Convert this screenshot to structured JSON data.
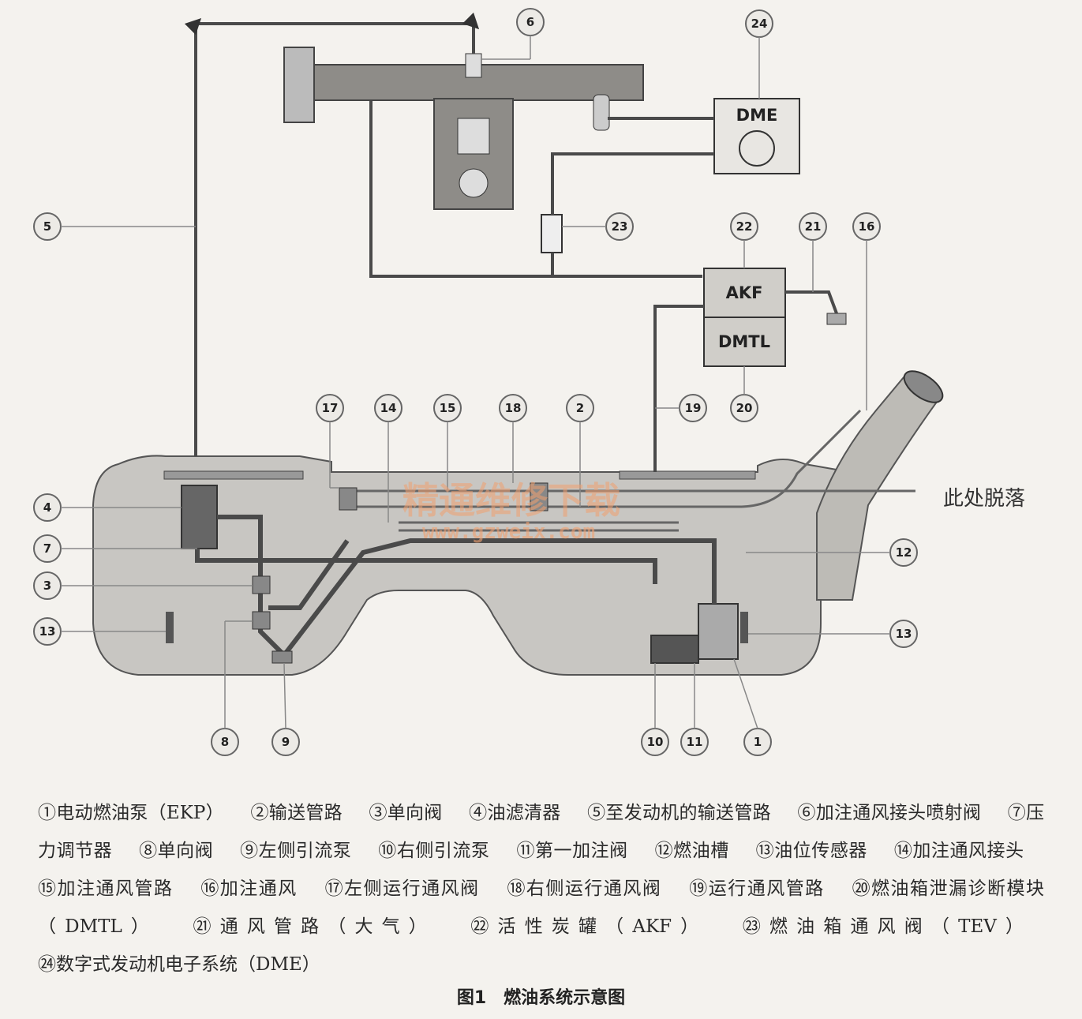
{
  "callouts": {
    "c1": "1",
    "c2": "2",
    "c3": "3",
    "c4": "4",
    "c5": "5",
    "c6": "6",
    "c7": "7",
    "c8": "8",
    "c9": "9",
    "c10": "10",
    "c11": "11",
    "c12": "12",
    "c13a": "13",
    "c13b": "13",
    "c14": "14",
    "c15": "15",
    "c16": "16",
    "c17": "17",
    "c18": "18",
    "c19": "19",
    "c20": "20",
    "c21": "21",
    "c22": "22",
    "c23": "23",
    "c24": "24"
  },
  "boxes": {
    "dme": "DME",
    "akf": "AKF",
    "dmtl": "DMTL"
  },
  "annotation": "此处脱落",
  "watermark": {
    "cn": "精通维修下载",
    "url": "www.gzweix.com"
  },
  "legend": [
    "①电动燃油泵（EKP）",
    "②输送管路",
    "③单向阀",
    "④油滤清器",
    "⑤至发动机的输送管路",
    "⑥加注通风接头喷射阀",
    "⑦压力调节器",
    "⑧单向阀",
    "⑨左侧引流泵",
    "⑩右侧引流泵",
    "⑪第一加注阀",
    "⑫燃油槽",
    "⑬油位传感器",
    "⑭加注通风接头",
    "⑮加注通风管路",
    "⑯加注通风",
    "⑰左侧运行通风阀",
    "⑱右侧运行通风阀",
    "⑲运行通风管路",
    "⑳燃油箱泄漏诊断模块（DMTL）",
    "㉑通风管路（大气）",
    "㉒活性炭罐（AKF）",
    "㉓燃油箱通风阀（TEV）",
    "㉔数字式发动机电子系统（DME）"
  ],
  "caption": "图1　燃油系统示意图",
  "colors": {
    "tank": "#c8c6c2",
    "pipe": "#4a4a4a",
    "ink": "#222222",
    "watermark": "#f0a070"
  }
}
